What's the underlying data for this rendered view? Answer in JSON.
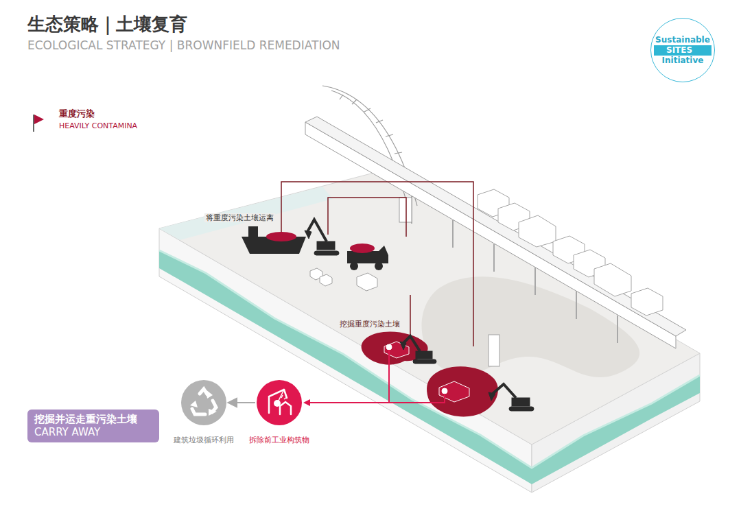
{
  "diagram": {
    "title": "生态策略｜土壤复育",
    "nodes": [
      {
        "text": [
          "Sustainable",
          "SITES",
          "Initiative"
        ]
      },
      {
        "text": [
          "挖掘并运走重污染土壤",
          "CARRY AWAY"
        ]
      },
      {
        "text": [
          "建筑垃圾循环利用"
        ]
      },
      {
        "text": [
          "拆除前工业构筑物"
        ]
      }
    ],
    "edges": [
      {
        "from": 3,
        "to": 2,
        "arrow": "to"
      }
    ],
    "labels": [
      "ECOLOGICAL STRATEGY | BROWNFIELD REMEDIATION",
      "HEAVILY CONTAMINA",
      "将重度污染土壤运离",
      "挖掘重度污染土壤"
    ],
    "legend": [
      {
        "text": "重度污染"
      }
    ]
  }
}
